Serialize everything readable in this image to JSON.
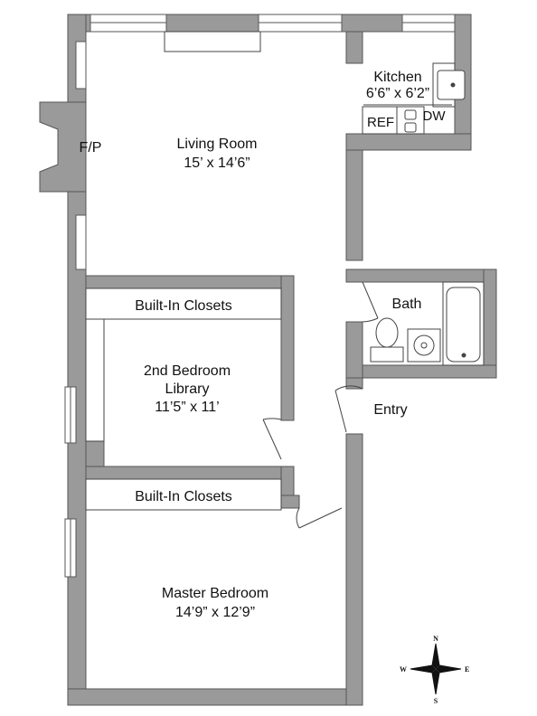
{
  "colors": {
    "wall": "#9a9a9a",
    "wall_edge": "#555555",
    "line": "#444444",
    "fixture": "#eeeeee",
    "background": "#ffffff"
  },
  "rooms": {
    "living_room": {
      "name": "Living Room",
      "size": "15’ x 14’6”"
    },
    "kitchen": {
      "name": "Kitchen",
      "size": "6’6” x 6’2”"
    },
    "ref": "REF",
    "dw": "DW",
    "fireplace": "F/P",
    "bath": "Bath",
    "entry": "Entry",
    "closets_upper": "Built-In Closets",
    "second_bedroom": {
      "name": "2nd Bedroom",
      "subname": "Library",
      "size": "11’5” x 11’"
    },
    "closets_lower": "Built-In Closets",
    "master_bedroom": {
      "name": "Master Bedroom",
      "size": "14’9” x 12’9”"
    }
  },
  "compass": {
    "north": "N",
    "south": "S",
    "east": "E",
    "west": "W"
  }
}
